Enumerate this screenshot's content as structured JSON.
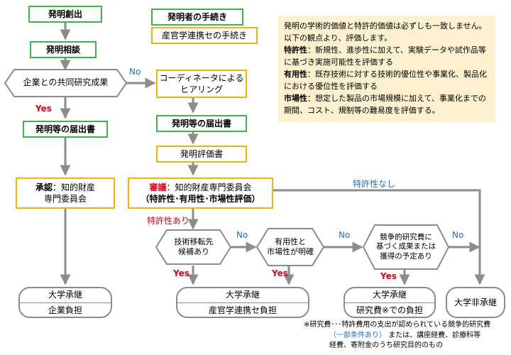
{
  "legend": {
    "inventor": "発明者の手続き",
    "industry": "産官学連携セの手続き"
  },
  "nodes": {
    "invention": "発明創出",
    "consult": "発明相談",
    "joint_research": "企業との共同研究成果",
    "coordinator": "コーディネータによる\nヒアリング",
    "report_left": "発明等の届出書",
    "report_right": "発明等の届出書",
    "evaluation": "発明評価書",
    "approval_bold": "承認",
    "approval_rest": "：知的財産\n専門委員会",
    "review_bold": "審議",
    "review_rest": "：知的財産専門委員会",
    "review_sub": "（特許性･有用性･市場性評価）",
    "tech_transfer": "技術移転先\n候補あり",
    "usefulness": "有用性と\n市場性が明確",
    "competitive": "競争的研究費に\n基づく成果または\n獲得の予定あり",
    "end1_top": "大学承継",
    "end1_bottom": "企業負担",
    "end2_top": "大学承継",
    "end2_bottom": "産官学連携セ負担",
    "end3_top": "大学承継",
    "end3_bottom": "研究費※での負担",
    "end4": "大学非承継"
  },
  "edges": {
    "no1": "No",
    "yes1": "Yes",
    "patent_none": "特許性なし",
    "patent_yes": "特許性あり",
    "no2": "No",
    "no3": "No",
    "no4": "No",
    "yes2": "Yes",
    "yes3": "Yes",
    "yes4": "Yes"
  },
  "note": {
    "intro": "発明の学術的価値と特許的価値は必ずしも一致しません。以下の観点より、評価します。",
    "p1_term": "特許性",
    "p1_text": "：新規性、進歩性に加えて、実験データや試作品等に基づき実施可能性を評価する",
    "p2_term": "有用性",
    "p2_text": "：既存技術に対する技術的優位性や事業化、製品化における優位性を評価する",
    "p3_term": "市場性",
    "p3_text": "：想定した製品の市場規模に加えて、事業化までの期間、コスト、規制等の難易度を評価する。"
  },
  "footnote": {
    "line1": "※研究費･･･特許費用の支出が認められている競争的研究費",
    "cond": "（一部条件あり）",
    "line2_rest": "または、講座経費、診療科等",
    "line3": "経費、寄附金のうち研究目的のもの"
  }
}
